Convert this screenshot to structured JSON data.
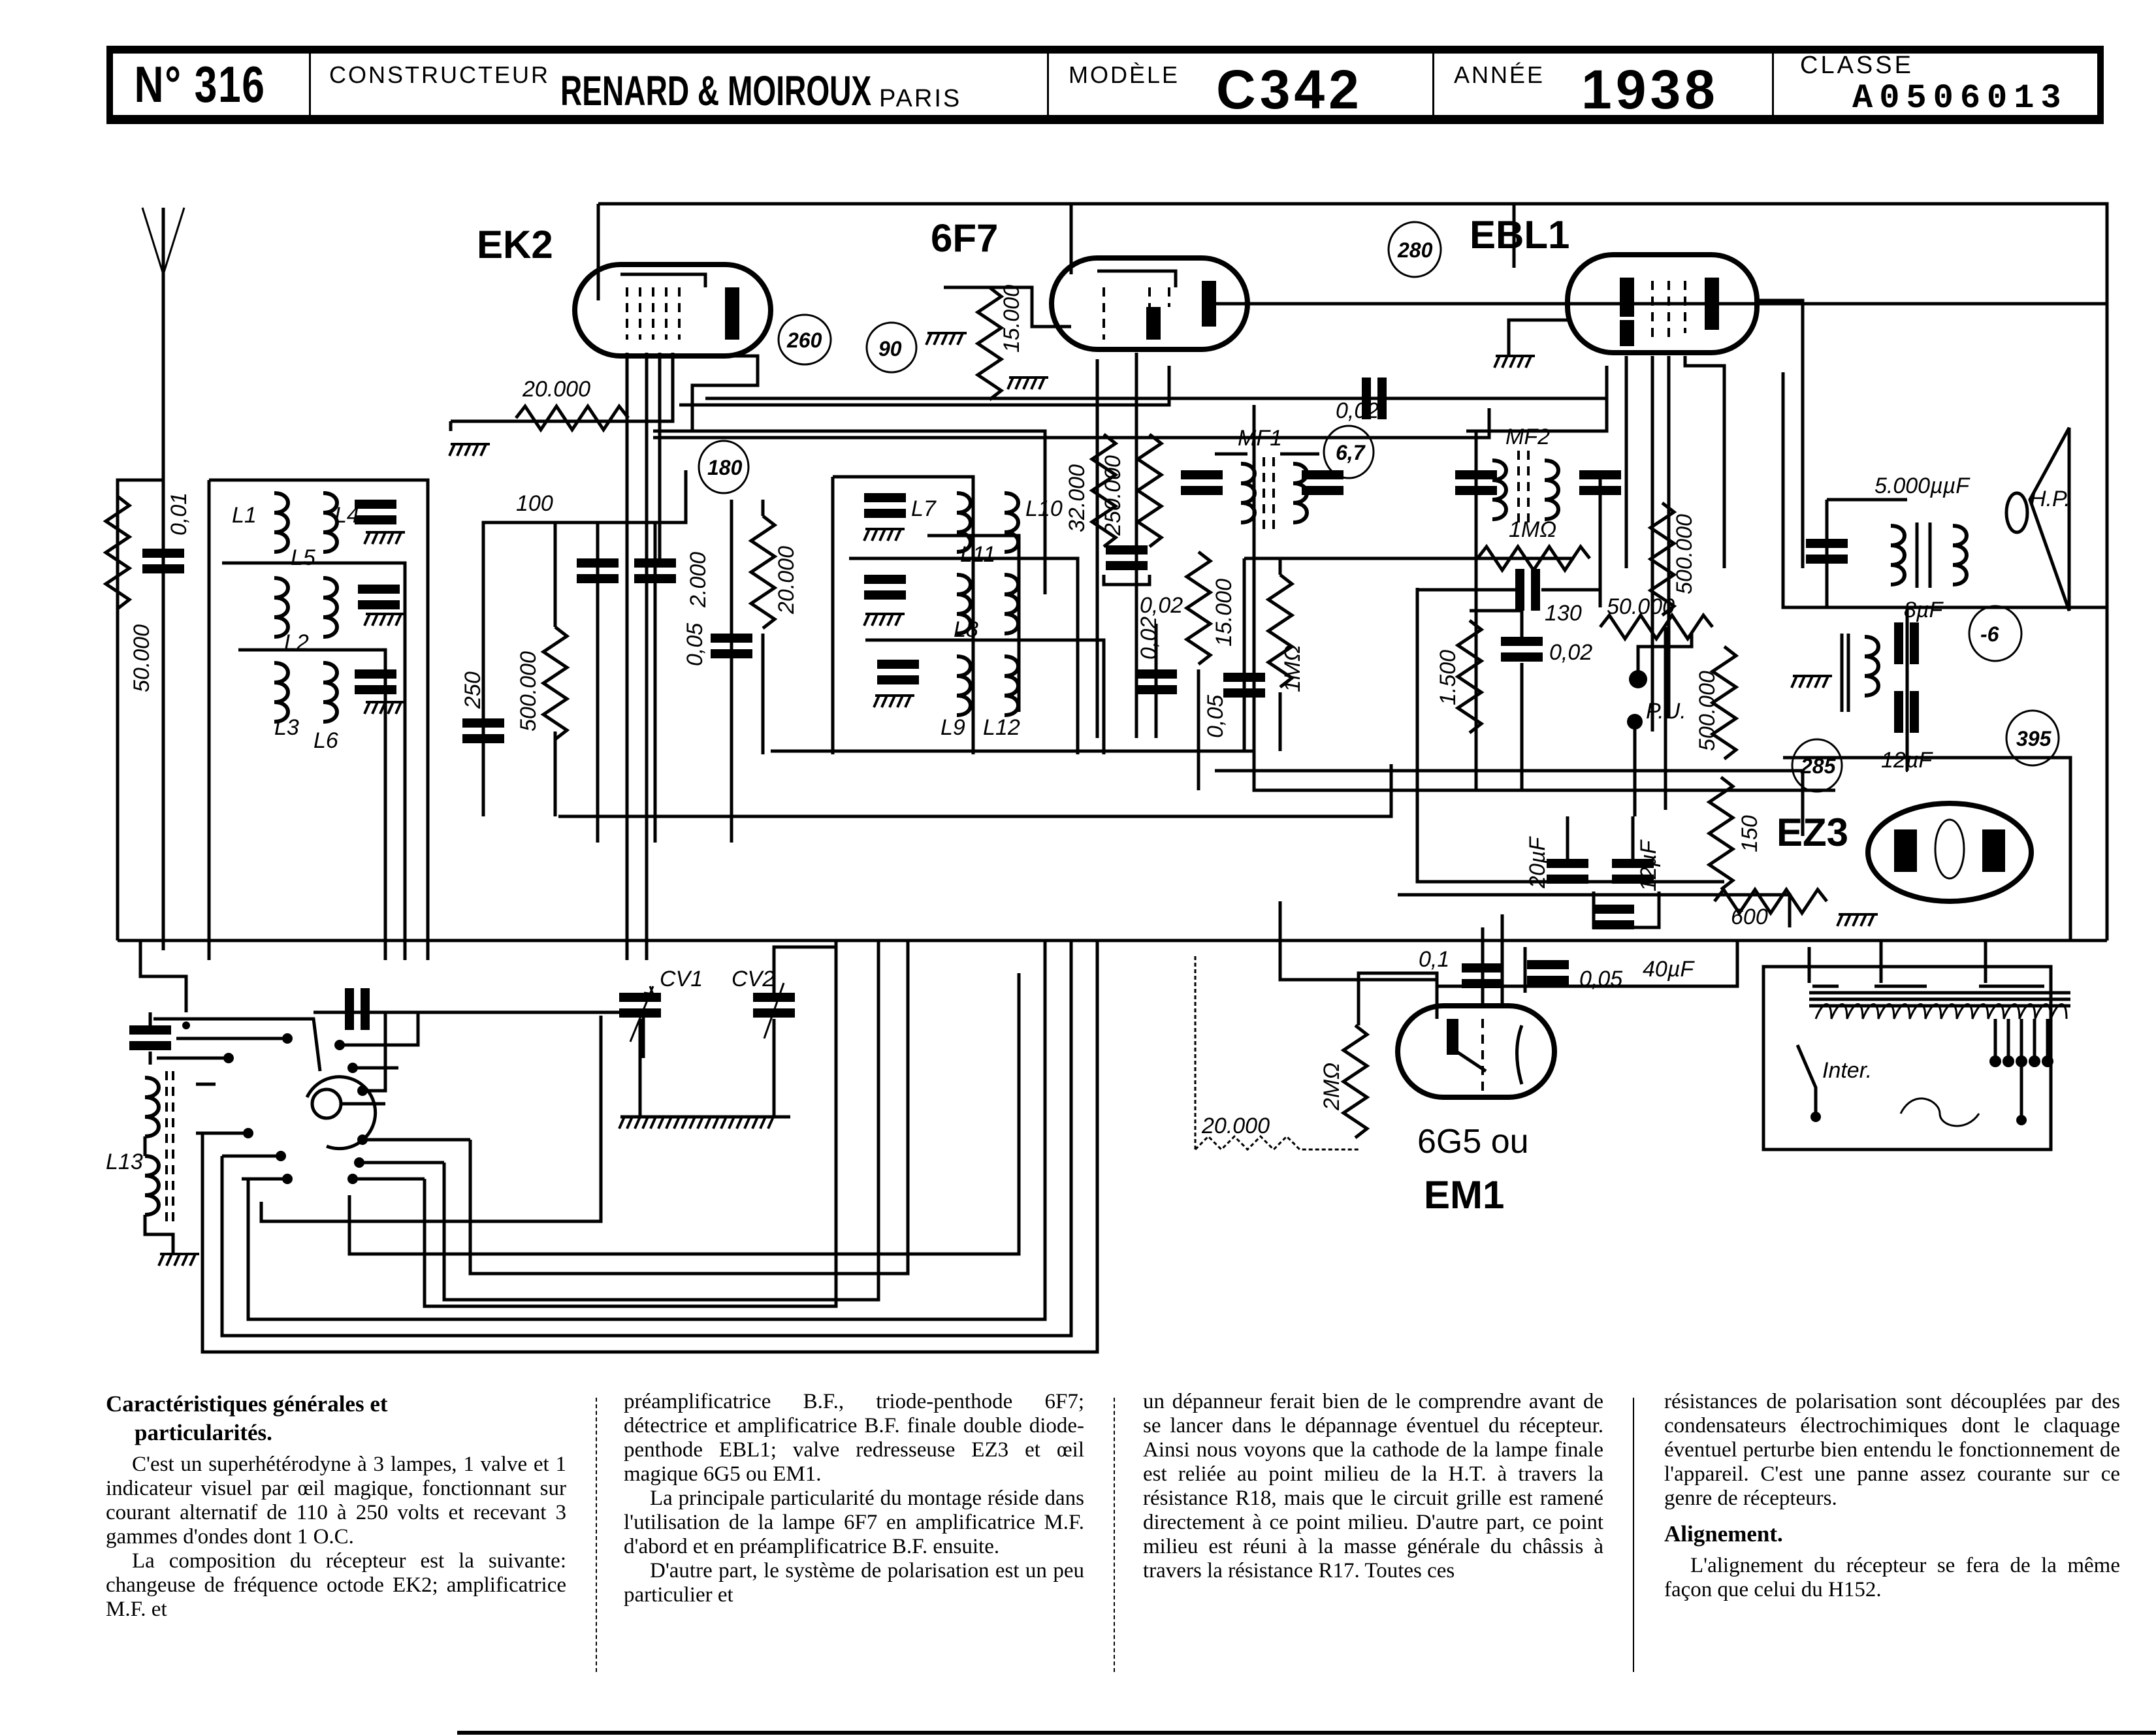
{
  "header": {
    "number_label": "N° 316",
    "constructeur_label": "CONSTRUCTEUR",
    "constructeur_value": "RENARD & MOIROUX",
    "city": "PARIS",
    "modele_label": "MODÈLE",
    "modele_value": "C342",
    "annee_label": "ANNÉE",
    "annee_value": "1938",
    "classe_label": "CLASSE",
    "classe_value": "A0506013"
  },
  "schematic": {
    "tubes": {
      "ek2": "EK2",
      "sixf7": "6F7",
      "ebl1": "EBL1",
      "ez3": "EZ3",
      "em1_alt": "6G5 ou",
      "em1": "EM1"
    },
    "voltages": {
      "v260": "260",
      "v90": "90",
      "v280": "280",
      "v180": "180",
      "v67": "6,7",
      "vm6": "-6",
      "v285": "285",
      "v395": "395"
    },
    "coils": [
      "L1",
      "L2",
      "L3",
      "L4",
      "L5",
      "L6",
      "L7",
      "L8",
      "L9",
      "L10",
      "L11",
      "L12",
      "L13"
    ],
    "transformers": {
      "mf1": "MF1",
      "mf2": "MF2"
    },
    "components": {
      "r_20000": "20.000",
      "r_50000_ant": "50.000",
      "c_001": "0,01",
      "c_100": "100",
      "c_2000": "2.000",
      "c_250": "250",
      "r_500000": "500.000",
      "c_005_a": "0,05",
      "r_20000_b": "20.000",
      "r_15000_top": "15.000",
      "r_32000": "32.000",
      "r_250000": "250.000",
      "c_002_a": "0,02",
      "c_002_b": "0,02",
      "c_002_c": "0,02",
      "r_15000": "15.000",
      "c_005_b": "0,05",
      "r_1mohm_v": "1MΩ",
      "r_1mohm_h": "1MΩ",
      "c_130": "130",
      "r_1500": "1.500",
      "c_002_d": "0,02",
      "r_50000": "50.000",
      "r_500000_b": "500.000",
      "r_500000_pot": "500.000",
      "pu": "P.U.",
      "c_5000": "5.000µµF",
      "hp": "H.P.",
      "c_8uf": "8µF",
      "c_12uf": "12µF",
      "r_150": "150",
      "c_20uf": "20µF",
      "c_12uf_b": "12µF",
      "r_600": "600",
      "c_40uf": "40µF",
      "c_01": "0,1",
      "c_005_c": "0,05",
      "r_2mohm": "2MΩ",
      "r_20000_em": "20.000",
      "cv1": "CV1",
      "cv2": "CV2",
      "inter": "Inter."
    }
  },
  "article": {
    "heading1_line1": "Caractéristiques générales et",
    "heading1_line2": "particularités.",
    "p1": "C'est un superhétérodyne à 3 lampes, 1 valve et 1 indicateur visuel par œil magique, fonctionnant sur courant alternatif de 110 à 250 volts et recevant 3 gammes d'ondes dont 1 O.C.",
    "p2": "La composition du récepteur est la suivante: changeuse de fréquence octode EK2; amplificatrice M.F. et",
    "p3": "préamplificatrice B.F., triode-penthode 6F7; détectrice et amplificatrice B.F. finale double diode-penthode EBL1; valve redresseuse EZ3 et œil magique 6G5 ou EM1.",
    "p4": "La principale particularité du montage réside dans l'utilisation de la lampe 6F7 en amplificatrice M.F. d'abord et en préamplificatrice B.F. ensuite.",
    "p5": "D'autre part, le système de polarisation est un peu particulier et",
    "p6": "un dépanneur ferait bien de le comprendre avant de se lancer dans le dépannage éventuel du récepteur. Ainsi nous voyons que la cathode de la lampe finale est reliée au point milieu de la H.T. à travers la résistance R18, mais que le circuit grille est ramené directement à ce point milieu. D'autre part, ce point milieu est réuni à la masse générale du châssis à travers la résistance R17. Toutes ces",
    "p7": "résistances de polarisation sont découplées par des condensateurs électrochimiques dont le claquage éventuel perturbe bien entendu le fonctionnement de l'appareil. C'est une panne assez courante sur ce genre de récepteurs.",
    "heading2": "Alignement.",
    "p8": "L'alignement du récepteur se fera de la même façon que celui du H152."
  }
}
